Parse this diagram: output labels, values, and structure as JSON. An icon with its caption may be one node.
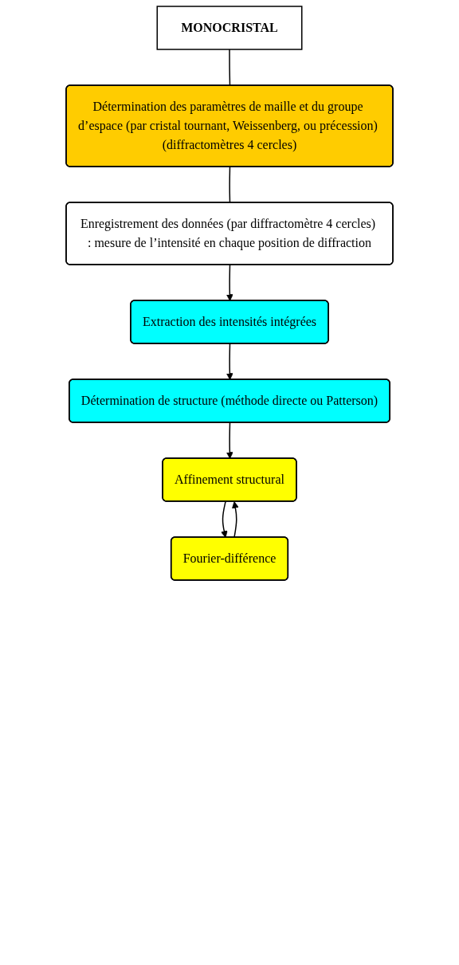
{
  "diagram": {
    "nodes": [
      {
        "text": [
          "MONOCRISTAL"
        ]
      },
      {
        "text": [
          "Détermination des paramètres de maille et du groupe d’espace (par cristal tournant, Weissenberg, ou précession) (diffractomètres 4 cercles)"
        ]
      },
      {
        "text": [
          "Enregistrement des données (par diffractomètre 4 cercles) : mesure de l’intensité en chaque position de diffraction"
        ]
      },
      {
        "text": [
          "Extraction des intensités intégrées"
        ]
      },
      {
        "text": [
          "Détermination de structure (méthode directe ou Patterson)"
        ]
      },
      {
        "text": [
          "Affinement structural"
        ]
      },
      {
        "text": [
          "Fourier-différence"
        ]
      }
    ],
    "edges": [
      {
        "from": 0,
        "to": 1,
        "arrow": "none"
      },
      {
        "from": 1,
        "to": 2,
        "arrow": "none"
      },
      {
        "from": 2,
        "to": 3,
        "arrow": "to"
      },
      {
        "from": 3,
        "to": 4,
        "arrow": "to"
      },
      {
        "from": 4,
        "to": 5,
        "arrow": "to"
      },
      {
        "from": 5,
        "to": 6,
        "arrow": "to"
      },
      {
        "from": 6,
        "to": 5,
        "arrow": "to"
      }
    ]
  }
}
